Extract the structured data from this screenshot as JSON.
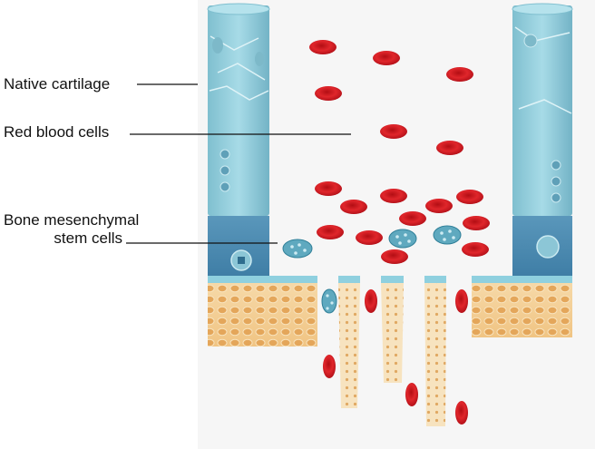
{
  "labels": {
    "native_cartilage": "Native cartilage",
    "red_blood_cells": "Red blood cells",
    "bmsc_line1": "Bone mesenchymal",
    "bmsc_line2": "stem cells"
  },
  "colors": {
    "cartilage_light": "#a9dbe6",
    "cartilage_mid": "#86c4d4",
    "cartilage_dark": "#4f8fb2",
    "bone": "#f2c98a",
    "bone_pore": "#e7a95b",
    "rbc": "#d6181e",
    "stem_cell": "#5fa9bf",
    "panel_bg": "#f6f6f6"
  }
}
